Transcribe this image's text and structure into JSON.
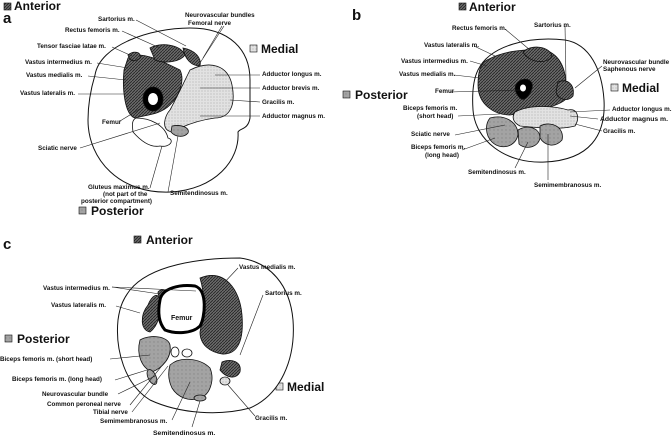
{
  "legend_colors": {
    "anterior": "#555555",
    "posterior": "#9a9a9a",
    "medial": "#dcdcdc"
  },
  "icons": {
    "anterior": "hatched-square-icon",
    "posterior": "gray-square-icon",
    "medial": "stippled-square-icon"
  },
  "panel_a": {
    "letter": "a",
    "anterior": "Anterior",
    "medial": "Medial",
    "posterior": "Posterior",
    "labels": {
      "sartorius": "Sartorius m.",
      "neurovascular": "Neurovascular bundles",
      "femoral_nerve": "Femoral nerve",
      "rectus_femoris": "Rectus femoris m.",
      "tensor": "Tensor fasciae latae m.",
      "vastus_intermedius": "Vastus intermedius m.",
      "vastus_medialis": "Vastus medialis m.",
      "vastus_lateralis": "Vastus lateralis m.",
      "femur": "Femur",
      "sciatic": "Sciatic nerve",
      "gluteus_1": "Gluteus maximus m.",
      "gluteus_2": "(not part of the",
      "gluteus_3": "posterior compartment)",
      "semitendinosus": "Semitendinosus m.",
      "adductor_longus": "Adductor longus m.",
      "adductor_brevis": "Adductor brevis m.",
      "gracilis": "Gracilis m.",
      "adductor_magnus": "Adductor magnus m."
    }
  },
  "panel_b": {
    "letter": "b",
    "anterior": "Anterior",
    "medial": "Medial",
    "posterior": "Posterior",
    "labels": {
      "rectus_femoris": "Rectus femoris m.",
      "sartorius": "Sartorius m.",
      "vastus_lateralis": "Vastus lateralis m.",
      "vastus_intermedius": "Vastus intermedius m.",
      "vastus_medialis": "Vastus medialis m.",
      "neurovascular": "Neurovascular bundle",
      "saphenous": "Saphenous nerve",
      "femur": "Femur",
      "biceps_short_1": "Biceps femoris m.",
      "biceps_short_2": "(short head)",
      "sciatic": "Sciatic nerve",
      "biceps_long_1": "Biceps femoris m.",
      "biceps_long_2": "(long head)",
      "semitendinosus": "Semitendinosus m.",
      "semimembranosus": "Semimembranosus m.",
      "adductor_longus": "Adductor longus m.",
      "adductor_magnus": "Adductor magnus m.",
      "gracilis": "Gracilis m."
    }
  },
  "panel_c": {
    "letter": "c",
    "anterior": "Anterior",
    "medial": "Medial",
    "posterior": "Posterior",
    "femur_inside": "Femur",
    "labels": {
      "vastus_medialis": "Vastus medialis m.",
      "vastus_intermedius": "Vastus intermedius m.",
      "sartorius": "Sartorius m.",
      "vastus_lateralis": "Vastus lateralis m.",
      "biceps_short": "Biceps femoris m. (short head)",
      "biceps_long": "Biceps femoris m. (long head)",
      "neurovascular": "Neurovascular bundle",
      "common_peroneal": "Common peroneal nerve",
      "tibial": "Tibial nerve",
      "semimembranosus": "Semimembranosus m.",
      "gracilis": "Gracilis m.",
      "semitendinosus": "Semitendinosus m."
    }
  }
}
